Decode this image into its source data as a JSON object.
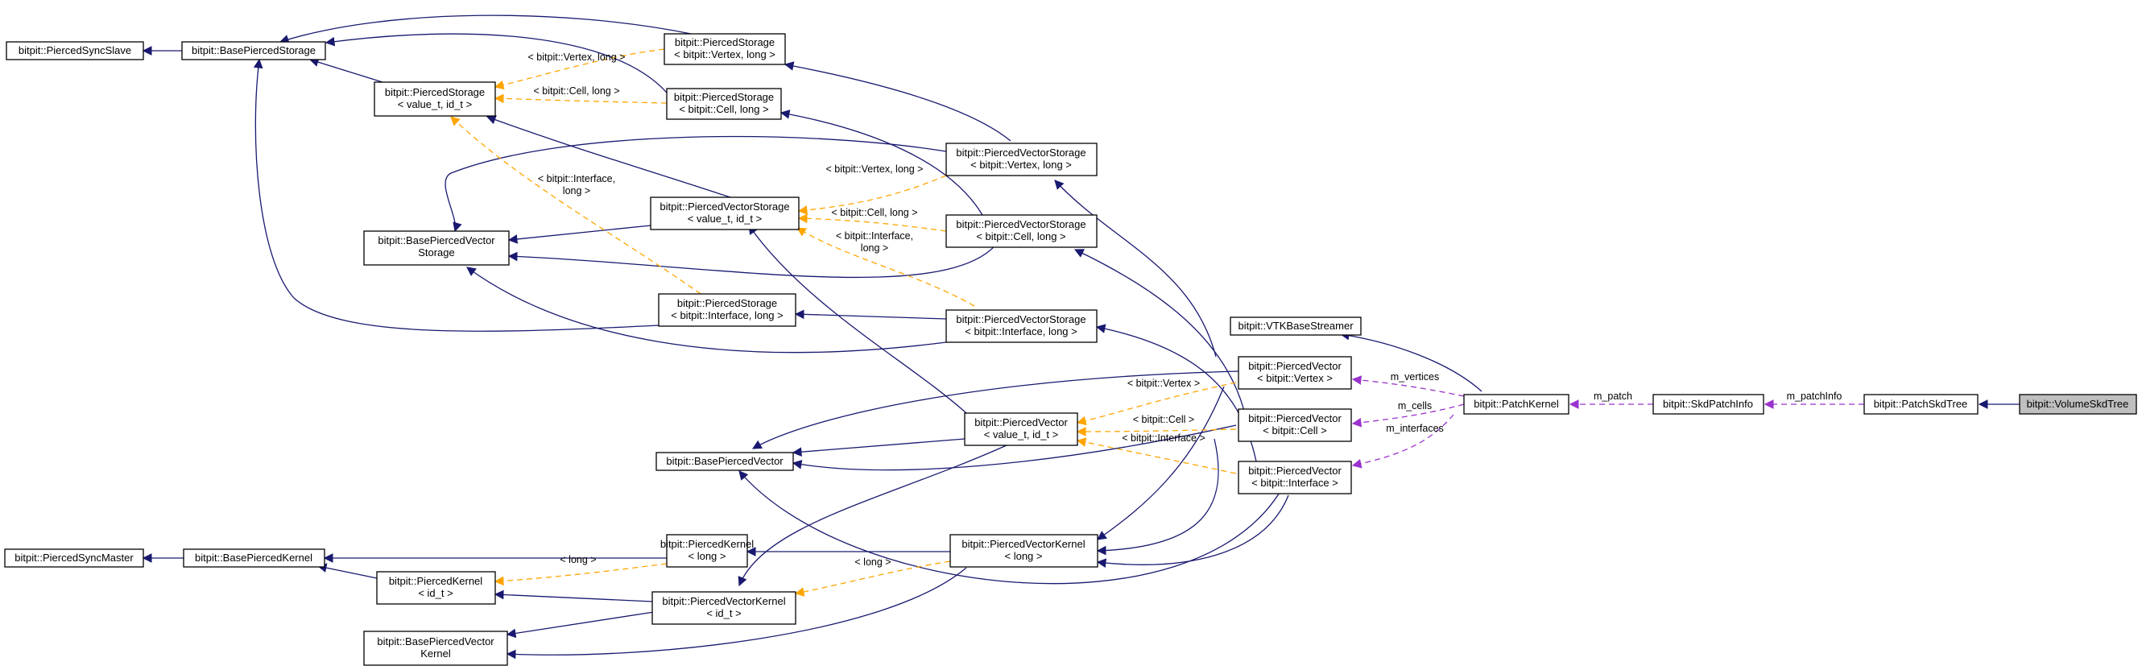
{
  "nodes": {
    "piercedSyncSlave": [
      "bitpit::PiercedSyncSlave"
    ],
    "basePiercedStorage": [
      "bitpit::BasePiercedStorage"
    ],
    "psVertex": [
      "bitpit::PiercedStorage",
      "< bitpit::Vertex, long >"
    ],
    "psCell": [
      "bitpit::PiercedStorage",
      "< bitpit::Cell, long >"
    ],
    "psGeneric": [
      "bitpit::PiercedStorage",
      "< value_t, id_t >"
    ],
    "pvsVertex": [
      "bitpit::PiercedVectorStorage",
      "< bitpit::Vertex, long >"
    ],
    "pvsGeneric": [
      "bitpit::PiercedVectorStorage",
      "< value_t, id_t >"
    ],
    "pvsCell": [
      "bitpit::PiercedVectorStorage",
      "< bitpit::Cell, long >"
    ],
    "basePiercedVectorStorage": [
      "bitpit::BasePiercedVector",
      "Storage"
    ],
    "psInterface": [
      "bitpit::PiercedStorage",
      "< bitpit::Interface, long >"
    ],
    "pvsInterface": [
      "bitpit::PiercedVectorStorage",
      "< bitpit::Interface, long >"
    ],
    "vtkBaseStreamer": [
      "bitpit::VTKBaseStreamer"
    ],
    "pvVertex": [
      "bitpit::PiercedVector",
      "< bitpit::Vertex >"
    ],
    "pvCell": [
      "bitpit::PiercedVector",
      "< bitpit::Cell >"
    ],
    "pvInterface": [
      "bitpit::PiercedVector",
      "< bitpit::Interface >"
    ],
    "pvGeneric": [
      "bitpit::PiercedVector",
      "< value_t, id_t >"
    ],
    "basePiercedVector": [
      "bitpit::BasePiercedVector"
    ],
    "patchKernel": [
      "bitpit::PatchKernel"
    ],
    "skdPatchInfo": [
      "bitpit::SkdPatchInfo"
    ],
    "patchSkdTree": [
      "bitpit::PatchSkdTree"
    ],
    "volumeSkdTree": [
      "bitpit::VolumeSkdTree"
    ],
    "piercedSyncMaster": [
      "bitpit::PiercedSyncMaster"
    ],
    "basePiercedKernel": [
      "bitpit::BasePiercedKernel"
    ],
    "pkLong": [
      "bitpit::PiercedKernel",
      "< long >"
    ],
    "pvkLong": [
      "bitpit::PiercedVectorKernel",
      "< long >"
    ],
    "pkGeneric": [
      "bitpit::PiercedKernel",
      "< id_t >"
    ],
    "pvkGeneric": [
      "bitpit::PiercedVectorKernel",
      "< id_t >"
    ],
    "basePiercedVectorKernel": [
      "bitpit::BasePiercedVector",
      "Kernel"
    ]
  },
  "edge_labels": {
    "vertexLong": [
      "< bitpit::Vertex, long >"
    ],
    "cellLong": [
      "< bitpit::Cell, long >"
    ],
    "interfaceLong": [
      "< bitpit::Interface,",
      "long >"
    ],
    "vertexLong2": [
      "< bitpit::Vertex, long >"
    ],
    "cellLong2": [
      "< bitpit::Cell, long >"
    ],
    "interfaceLong2": [
      "< bitpit::Interface,",
      "long >"
    ],
    "vertex": [
      "< bitpit::Vertex >"
    ],
    "cell": [
      "< bitpit::Cell >"
    ],
    "interface": [
      "< bitpit::Interface >"
    ],
    "mVertices": [
      "m_vertices"
    ],
    "mCells": [
      "m_cells"
    ],
    "mInterfaces": [
      "m_interfaces"
    ],
    "mPatch": [
      "m_patch"
    ],
    "mPatchInfo": [
      "m_patchInfo"
    ],
    "long1": [
      "< long >"
    ],
    "long2": [
      "< long >"
    ]
  },
  "colors": {
    "inheritance": "#191970",
    "template_instance": "#ffa500",
    "usage": "#9a32cd",
    "highlight_fill": "#bfbfbf"
  }
}
